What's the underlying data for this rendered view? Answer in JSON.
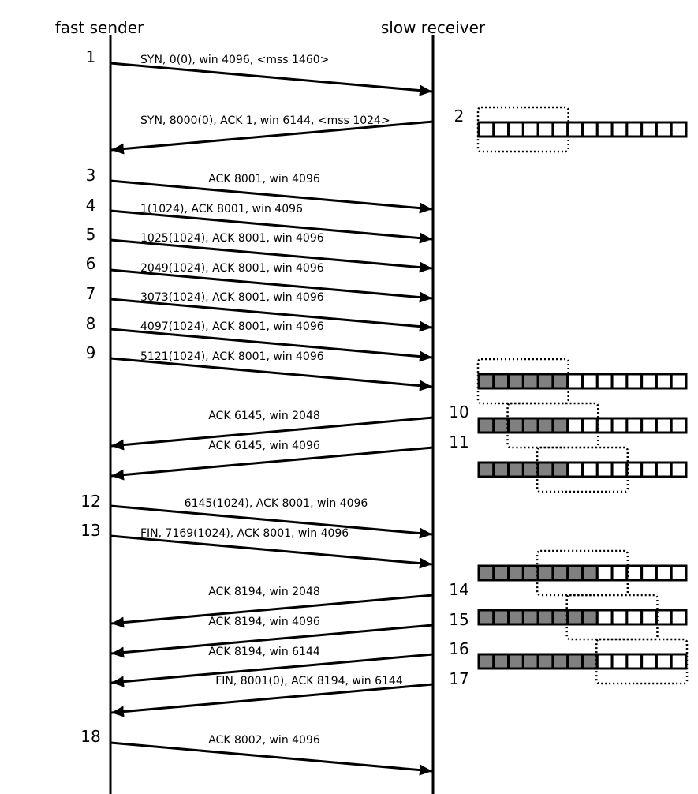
{
  "headers": {
    "sender": "fast sender",
    "receiver": "slow receiver"
  },
  "colors": {
    "line": "#000000",
    "filled_cell": "#808080",
    "empty_cell": "#ffffff"
  },
  "messages": [
    {
      "step": "1",
      "dir": "right",
      "label": "SYN, 0(0), win 4096, <mss 1460>"
    },
    {
      "step": "2",
      "dir": "left",
      "label": "SYN, 8000(0), ACK 1, win 6144, <mss 1024>"
    },
    {
      "step": "3",
      "dir": "right",
      "label": "ACK 8001, win 4096"
    },
    {
      "step": "4",
      "dir": "right",
      "label": "1(1024), ACK 8001, win 4096"
    },
    {
      "step": "5",
      "dir": "right",
      "label": "1025(1024), ACK 8001, win 4096"
    },
    {
      "step": "6",
      "dir": "right",
      "label": "2049(1024), ACK 8001, win 4096"
    },
    {
      "step": "7",
      "dir": "right",
      "label": "3073(1024), ACK 8001, win 4096"
    },
    {
      "step": "8",
      "dir": "right",
      "label": "4097(1024), ACK 8001, win 4096"
    },
    {
      "step": "9",
      "dir": "right",
      "label": "5121(1024), ACK 8001, win 4096"
    },
    {
      "step": "10",
      "dir": "left",
      "label": "ACK 6145, win 2048"
    },
    {
      "step": "11",
      "dir": "left",
      "label": "ACK 6145, win 4096"
    },
    {
      "step": "12",
      "dir": "right",
      "label": "6145(1024), ACK 8001, win 4096"
    },
    {
      "step": "13",
      "dir": "right",
      "label": "FIN, 7169(1024), ACK 8001, win 4096"
    },
    {
      "step": "14",
      "dir": "left",
      "label": "ACK 8194, win 2048"
    },
    {
      "step": "15",
      "dir": "left",
      "label": "ACK 8194, win 4096"
    },
    {
      "step": "16",
      "dir": "left",
      "label": "ACK 8194, win 6144"
    },
    {
      "step": "17",
      "dir": "left",
      "label": "FIN, 8001(0), ACK 8194, win 6144"
    },
    {
      "step": "18",
      "dir": "right",
      "label": "ACK 8002, win 4096"
    }
  ],
  "buffer": {
    "cells": 14,
    "snapshots": [
      {
        "after_step": "2",
        "filled": 0,
        "window_start": 0,
        "window_end": 6
      },
      {
        "after_step": "9",
        "filled": 6,
        "window_start": 0,
        "window_end": 6
      },
      {
        "after_step": "10",
        "filled": 6,
        "window_start": 2,
        "window_end": 8
      },
      {
        "after_step": "11",
        "filled": 6,
        "window_start": 4,
        "window_end": 10
      },
      {
        "after_step": "13",
        "filled": 8,
        "window_start": 4,
        "window_end": 10
      },
      {
        "after_step": "15",
        "filled": 8,
        "window_start": 6,
        "window_end": 12
      },
      {
        "after_step": "16",
        "filled": 8,
        "window_start": 8,
        "window_end": 14
      }
    ]
  }
}
